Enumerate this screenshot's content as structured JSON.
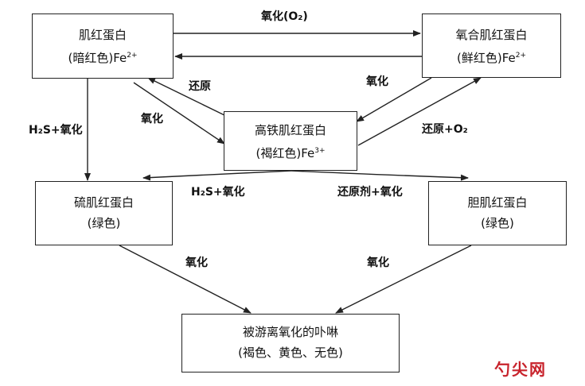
{
  "nodes": {
    "myoglobin": {
      "name": "肌红蛋白",
      "detail": "(暗红色)Fe",
      "charge": "2+"
    },
    "oxymyoglobin": {
      "name": "氧合肌红蛋白",
      "detail": "(鲜红色)Fe",
      "charge": "2+"
    },
    "metmyoglobin": {
      "name": "高铁肌红蛋白",
      "detail": "(褐红色)Fe",
      "charge": "3+"
    },
    "sulfmyoglobin": {
      "name": "硫肌红蛋白",
      "detail": "(绿色)"
    },
    "choleglobin": {
      "name": "胆肌红蛋白",
      "detail": "(绿色)"
    },
    "porphyrin": {
      "name": "被游离氧化的卟啉",
      "detail": "(褐色、黄色、无色)"
    }
  },
  "edges": {
    "oxidation_o2": "氧化(O₂)",
    "reduction_left": "还原",
    "oxidation_left": "氧化",
    "oxidation_right": "氧化",
    "reduction_o2": "还原+O₂",
    "h2s_oxidation_side": "H₂S+氧化",
    "h2s_oxidation_center": "H₂S+氧化",
    "reductant_oxidation": "还原剂+氧化",
    "oxidation_bottom_left": "氧化",
    "oxidation_bottom_right": "氧化"
  },
  "watermark": "勺尖网"
}
